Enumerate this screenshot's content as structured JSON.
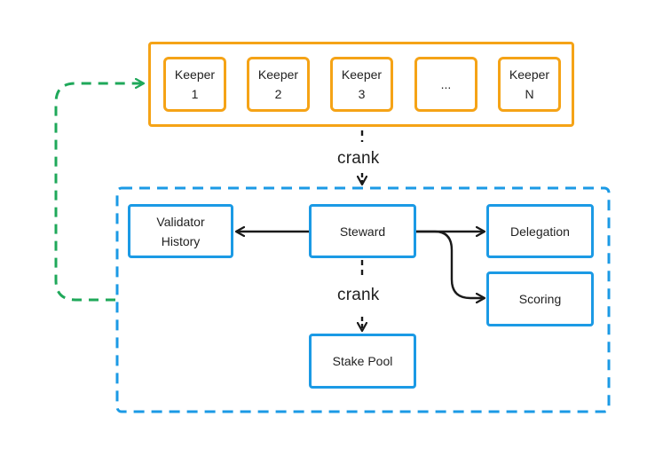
{
  "keepers": [
    {
      "line1": "Keeper",
      "line2": "1"
    },
    {
      "line1": "Keeper",
      "line2": "2"
    },
    {
      "line1": "Keeper",
      "line2": "3"
    },
    {
      "line1": "...",
      "line2": ""
    },
    {
      "line1": "Keeper",
      "line2": "N"
    }
  ],
  "labels": {
    "crank_top": "crank",
    "crank_bottom": "crank"
  },
  "nodes": {
    "validator_history": {
      "line1": "Validator",
      "line2": "History"
    },
    "steward": "Steward",
    "delegation": "Delegation",
    "scoring": "Scoring",
    "stake_pool": "Stake Pool"
  },
  "colors": {
    "keeper_border": "#f5a316",
    "program_border": "#1b9ae5",
    "loop_arrow": "#1fa85a",
    "arrow": "#1a1a1a"
  }
}
